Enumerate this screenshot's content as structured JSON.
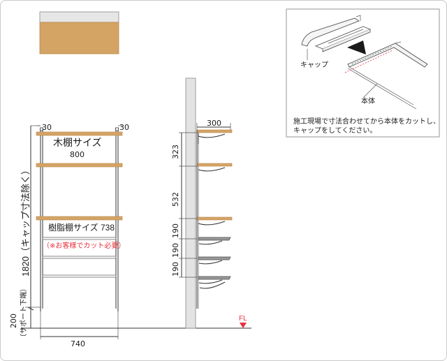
{
  "colors": {
    "wood": "#d4a465",
    "wood_edge": "#b9874a",
    "wall": "#e3e3e3",
    "metal": "#9a9a9a",
    "red_text": "#e8303a",
    "red_triangle": "#e8303a",
    "frame_border": "#c9c9c9"
  },
  "front": {
    "left_margin": "30",
    "right_margin": "30",
    "wood_shelf_label": "木棚サイズ",
    "wood_shelf_size": "800",
    "resin_shelf_label": "樹脂棚サイズ 738",
    "cut_note": "（※お客様でカット必要）",
    "height_label": "1820（キャップ寸法除く）",
    "support_label": "200",
    "support_note": "（サポート下端）",
    "width_label": "740"
  },
  "side": {
    "depth_label": "300",
    "spacings": [
      "323",
      "532",
      "190",
      "190",
      "190"
    ],
    "floor_label": "FL"
  },
  "inset": {
    "cap_label": "キャップ",
    "body_label": "本体",
    "note_line1": "施工現場で寸法合わせてから本体をカットし、",
    "note_line2": "キャップをしてください。"
  }
}
